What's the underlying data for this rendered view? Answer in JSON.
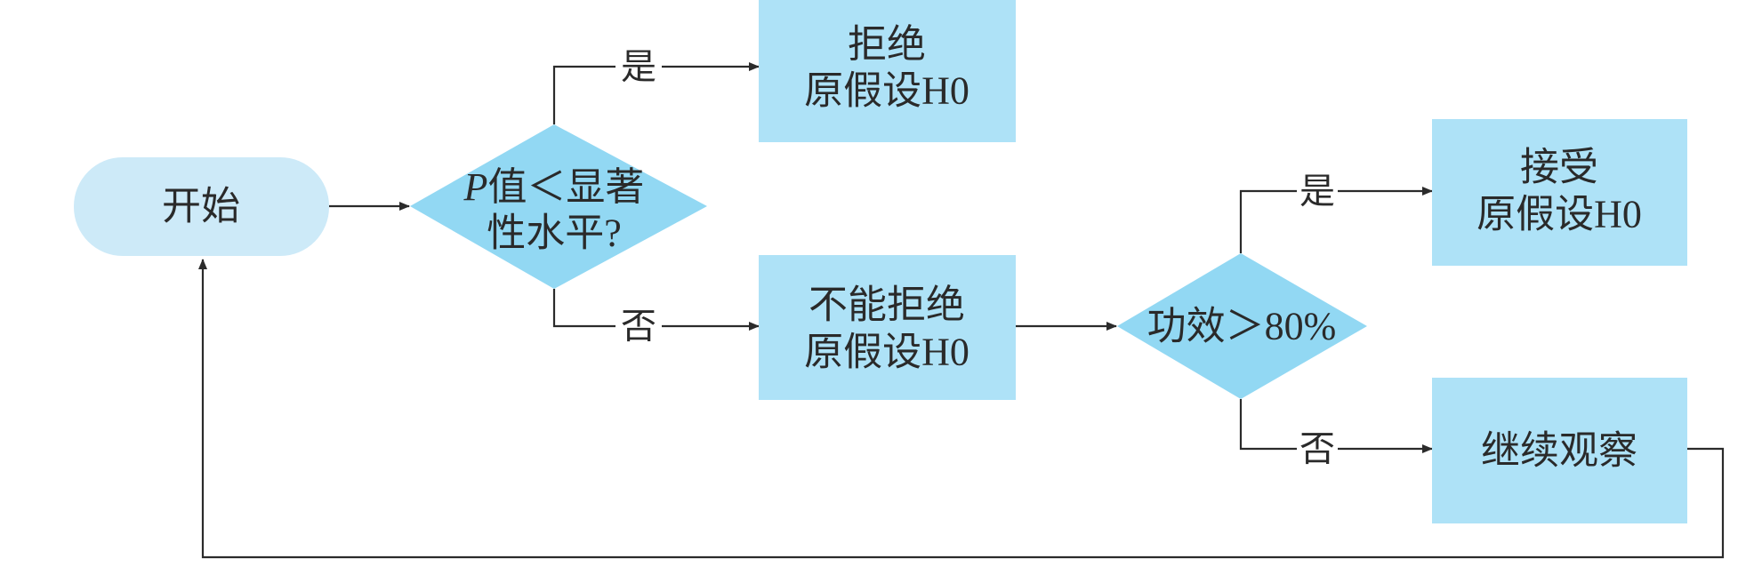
{
  "colors": {
    "terminal_fill": "#cdeaf8",
    "decision_fill": "#92d8f3",
    "process_fill": "#aee2f7",
    "line": "#2b2b2b",
    "text": "#2a2a2a"
  },
  "nodes": {
    "start": {
      "label": "开始"
    },
    "decision_p": {
      "line1_italic": "P",
      "line1_rest": "值＜显著",
      "line2": "性水平?"
    },
    "reject_h0": {
      "line1": "拒绝",
      "line2": "原假设H0"
    },
    "not_reject_h0": {
      "line1": "不能拒绝",
      "line2": "原假设H0"
    },
    "decision_power": {
      "label": "功效＞80%"
    },
    "accept_h0": {
      "line1": "接受",
      "line2": "原假设H0"
    },
    "continue_observe": {
      "label": "继续观察"
    }
  },
  "edges": {
    "p_yes": "是",
    "p_no": "否",
    "power_yes": "是",
    "power_no": "否"
  }
}
